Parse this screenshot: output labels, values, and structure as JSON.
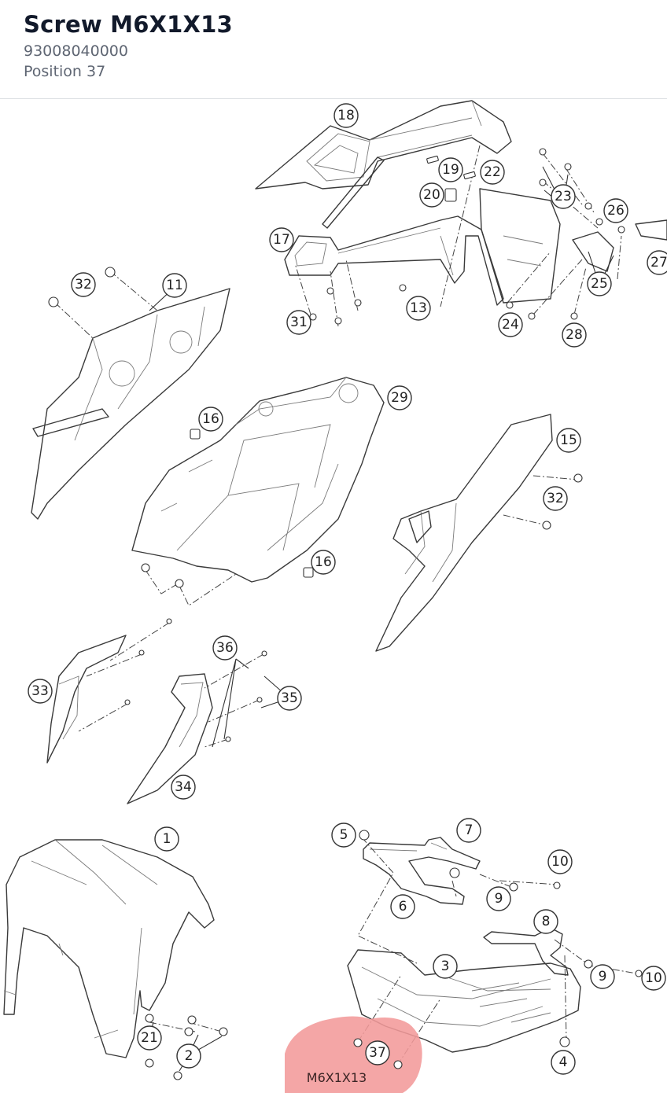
{
  "header": {
    "title": "Screw M6X1X13",
    "part_number": "93008040000",
    "position": "Position 37"
  },
  "highlight": {
    "label": "M6X1X13",
    "callout": "37"
  },
  "callouts": [
    "1",
    "2",
    "3",
    "4",
    "5",
    "6",
    "7",
    "8",
    "9",
    "10",
    "11",
    "13",
    "15",
    "16",
    "17",
    "18",
    "19",
    "20",
    "21",
    "22",
    "23",
    "24",
    "25",
    "26",
    "27",
    "28",
    "29",
    "31",
    "32",
    "33",
    "34",
    "35",
    "36"
  ]
}
